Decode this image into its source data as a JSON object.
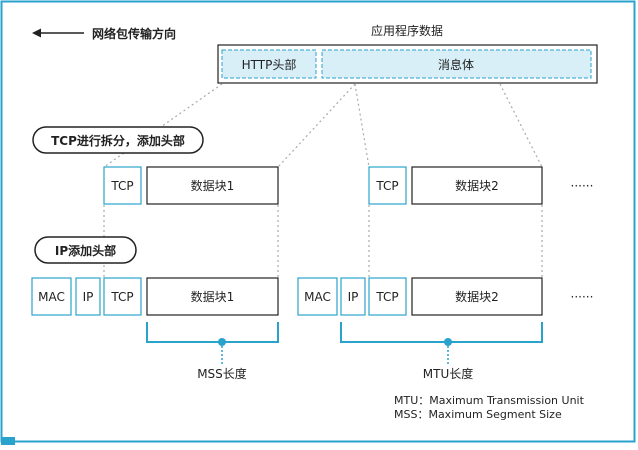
{
  "direction_label": "网络包传输方向",
  "app_data": {
    "title": "应用程序数据",
    "http_header": "HTTP头部",
    "message_body": "消息体"
  },
  "tcp_step": {
    "label": "TCP进行拆分，添加头部",
    "tcp": "TCP",
    "block1": "数据块1",
    "block2": "数据块2",
    "ellipsis": "······"
  },
  "ip_step": {
    "label": "IP添加头部",
    "mac": "MAC",
    "ip": "IP",
    "tcp": "TCP",
    "block1": "数据块1",
    "block2": "数据块2",
    "ellipsis": "······"
  },
  "mss_label": "MSS长度",
  "mtu_label": "MTU长度",
  "legend": {
    "mtu": "MTU：Maximum Transmission Unit",
    "mss": "MSS：Maximum Segment Size"
  },
  "colors": {
    "accent": "#2aa3cc",
    "highlight_fill": "#d8eff8",
    "frame": "#2aa3cc",
    "box_border": "#333333"
  }
}
